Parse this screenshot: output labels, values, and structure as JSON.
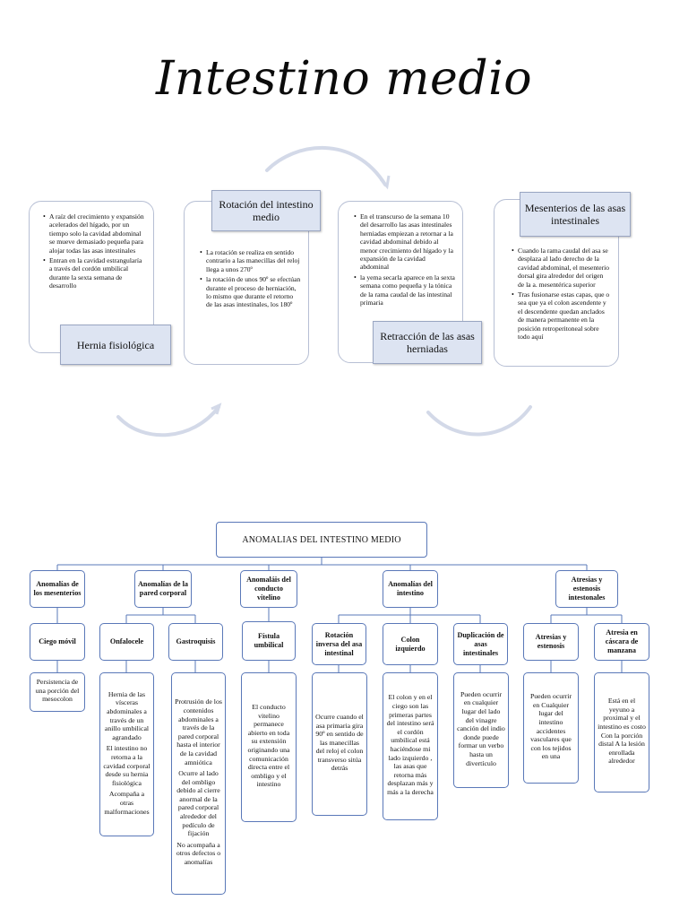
{
  "title": "Intestino medio",
  "panels": {
    "hernia": {
      "label": "Hernia fisiológica",
      "bullets": [
        "A raíz del crecimiento y expansión acelerados del hígado,  por un tiempo solo la cavidad abdominal se mueve demasiado pequeña para alojar todas las asas intestinales",
        "Entran en la cavidad estrangularía a través del cordón umbilical durante la sexta semana de desarrollo"
      ]
    },
    "rotacion": {
      "label": "Rotación del intestino medio",
      "bullets": [
        "La rotación se realiza en sentido contrario a las manecillas del reloj llega a unos 270º",
        "la rotación de unos 90º se efectúan durante el proceso de herniación, lo mismo que durante el retorno de las asas intestinales, los 180º"
      ]
    },
    "retraccion": {
      "label": "Retracción de las asas herniadas",
      "bullets": [
        "En el transcurso de la semana 10 del desarrollo las asas intestinales herniadas empiezan a retornar a la cavidad abdominal debido al menor crecimiento del hígado y la expansión de la cavidad abdominal",
        "la yema secarla aparece en la sexta semana como pequeña y la tónica de la rama caudal de las intestinal primaria"
      ]
    },
    "mesenterios": {
      "label": "Mesenterios de las asas intestinales",
      "bullets": [
        "Cuando la rama caudal del asa se desplaza al lado derecho de la cavidad abdominal, el mesenterio dorsal gira alrededor del origen de la a. mesentérica superior",
        "Tras fusionarse estas capas, que o sea que ya el colon ascendente y el descendente quedan anclados de manera permanente en la posición retroperitoneal sobre todo aquí"
      ]
    }
  },
  "map": {
    "root": "ANOMALIAS DEL INTESTINO MEDIO",
    "categories": [
      {
        "id": "mes",
        "label": "Anomalías de los mesenterios"
      },
      {
        "id": "pared",
        "label": "Anomalías de la pared corporal"
      },
      {
        "id": "conducto",
        "label": "Anomaláis del conducto vitelino"
      },
      {
        "id": "intestino",
        "label": "Anomalías del intestino"
      },
      {
        "id": "atresias",
        "label": "Atresias y estenosis intestonales"
      }
    ],
    "subs": [
      {
        "id": "ciego",
        "label": "Ciego móvil",
        "leaf": [
          "Persistencia de una porción del mesocolon"
        ]
      },
      {
        "id": "onfa",
        "label": "Onfalocele",
        "leaf": [
          "Hernia de las vísceras abdominales a través de un anillo umbilical agrandado",
          "El intestino no retorna a la cavidad corporal desde su hernia fisiológica",
          "Acompaña a otras malformaciones"
        ]
      },
      {
        "id": "gastro",
        "label": "Gastroquisis",
        "leaf": [
          "Protrusión de los contenidos abdominales a través de la pared corporal hasta el interior de la cavidad amniótica",
          "Ocurre al lado del ombligo debido al cierre anormal de la pared corporal alrededor del pedículo de fijación",
          "No acompaña a otros defectos o anomalías"
        ]
      },
      {
        "id": "fistula",
        "label": "Fístula umbilical",
        "leaf": [
          "El conducto vitelino permanece abierto en toda su extensión originando una comunicación directa entre el ombligo y el intestino"
        ]
      },
      {
        "id": "rotinv",
        "label": "Rotación inversa del asa intestinal",
        "leaf": [
          "Ocurre cuando el asa primaria gira 90º en sentido de las manecillas del reloj el colon transverso sitúa detrás"
        ]
      },
      {
        "id": "colon",
        "label": "Colon izquierdo",
        "leaf": [
          "El colon y en el ciego son las primeras partes del intestino será el cordón umbilical está haciéndose mi lado izquierdo , las asas que retorna más desplazan más y más a la derecha"
        ]
      },
      {
        "id": "dup",
        "label": "Duplicación de asas intestinales",
        "leaf": [
          "Pueden ocurrir en cualquier lugar del lado del vinagre canción del indio donde puede formar un verbo hasta un divertículo"
        ]
      },
      {
        "id": "atre",
        "label": "Atresias y estenosis",
        "leaf": [
          "Pueden ocurrir en Cualquier lugar del intestino accidentes vasculares que con los tejidos en una"
        ]
      },
      {
        "id": "manz",
        "label": "Atresia en cáscara de manzana",
        "leaf": [
          "Está en el yeyuno a proximal y el intestino es costo Con la porción distal A la lesión enrollada alrededor"
        ]
      }
    ]
  }
}
